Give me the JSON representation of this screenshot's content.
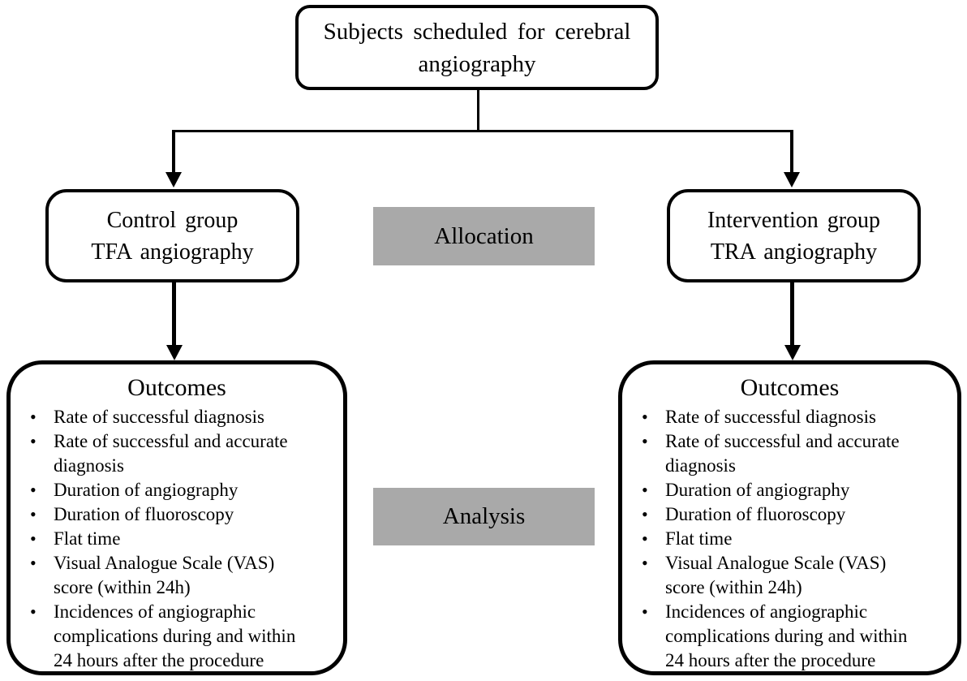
{
  "diagram": {
    "title_box": {
      "lines": [
        "Subjects scheduled for cerebral",
        "angiography"
      ]
    },
    "control_box": {
      "lines": [
        "Control group",
        "TFA angiography"
      ]
    },
    "intervention_box": {
      "lines": [
        "Intervention group",
        "TRA angiography"
      ]
    },
    "allocation_label": "Allocation",
    "analysis_label": "Analysis",
    "outcomes_left": {
      "title": "Outcomes",
      "bullets": [
        "Rate of successful diagnosis",
        "Rate of successful and accurate\ndiagnosis",
        "Duration of angiography",
        "Duration of fluoroscopy",
        "Flat time",
        "Visual Analogue Scale (VAS)\nscore (within 24h)",
        "Incidences of angiographic\ncomplications during and within\n24 hours after the procedure"
      ]
    },
    "outcomes_right": {
      "title": "Outcomes",
      "bullets": [
        "Rate of successful diagnosis",
        "Rate of successful and accurate\ndiagnosis",
        "Duration of angiography",
        "Duration of fluoroscopy",
        "Flat time",
        "Visual Analogue Scale (VAS)\nscore (within 24h)",
        "Incidences of angiographic\ncomplications during and within\n24 hours after the procedure"
      ]
    },
    "colors": {
      "band_gray": "#a9a9a9",
      "line_black": "#000000"
    }
  }
}
